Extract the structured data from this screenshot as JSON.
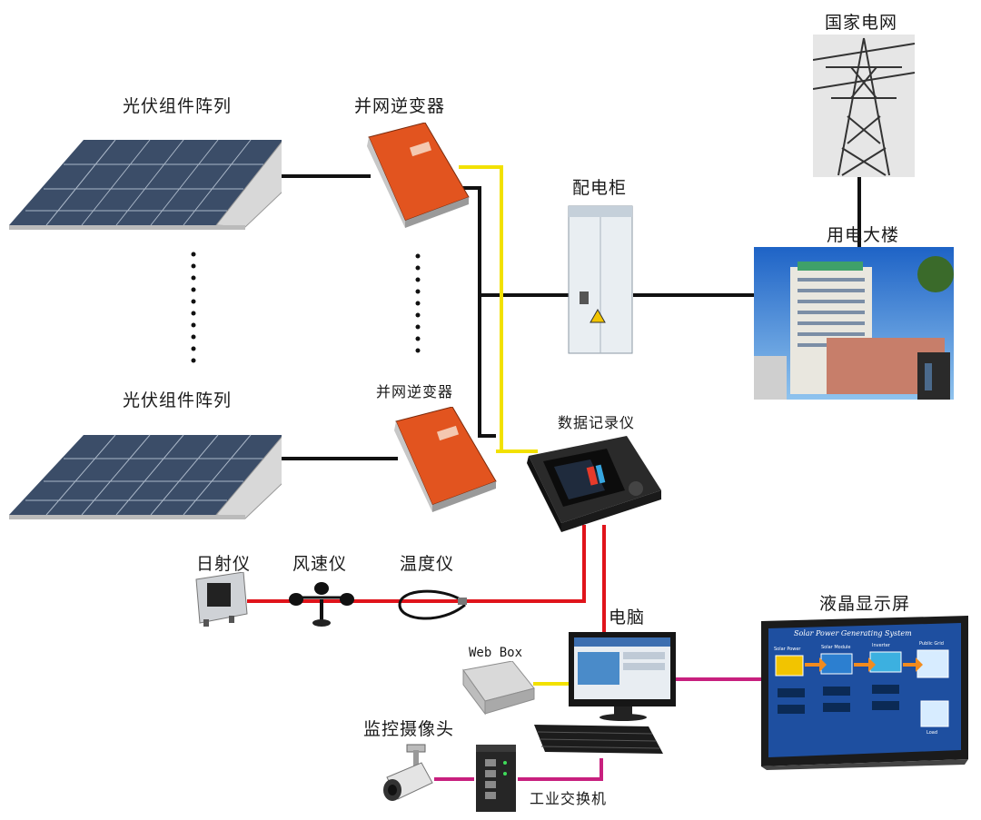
{
  "labels": {
    "pv_array_top": "光伏组件阵列",
    "inverter_top": "并网逆变器",
    "pv_array_bottom": "光伏组件阵列",
    "inverter_bottom": "并网逆变器",
    "distribution_cabinet": "配电柜",
    "state_grid": "国家电网",
    "building": "用电大楼",
    "data_logger": "数据记录仪",
    "pyranometer": "日射仪",
    "anemometer": "风速仪",
    "thermometer": "温度仪",
    "computer": "电脑",
    "web_box": "Web Box",
    "camera": "监控摄像头",
    "industrial_switch": "工业交换机",
    "lcd_display": "液晶显示屏"
  },
  "lcd_screen": {
    "title": "Solar Power Generating System",
    "solar_power": "Solar Power",
    "solar_module": "Solar Module",
    "inverter": "Inverter",
    "public_grid": "Public Grid",
    "load": "Load"
  },
  "colors": {
    "power_line": "#111111",
    "data_line": "#f2e100",
    "sensor_line": "#e0141b",
    "network_line": "#c8207e"
  }
}
